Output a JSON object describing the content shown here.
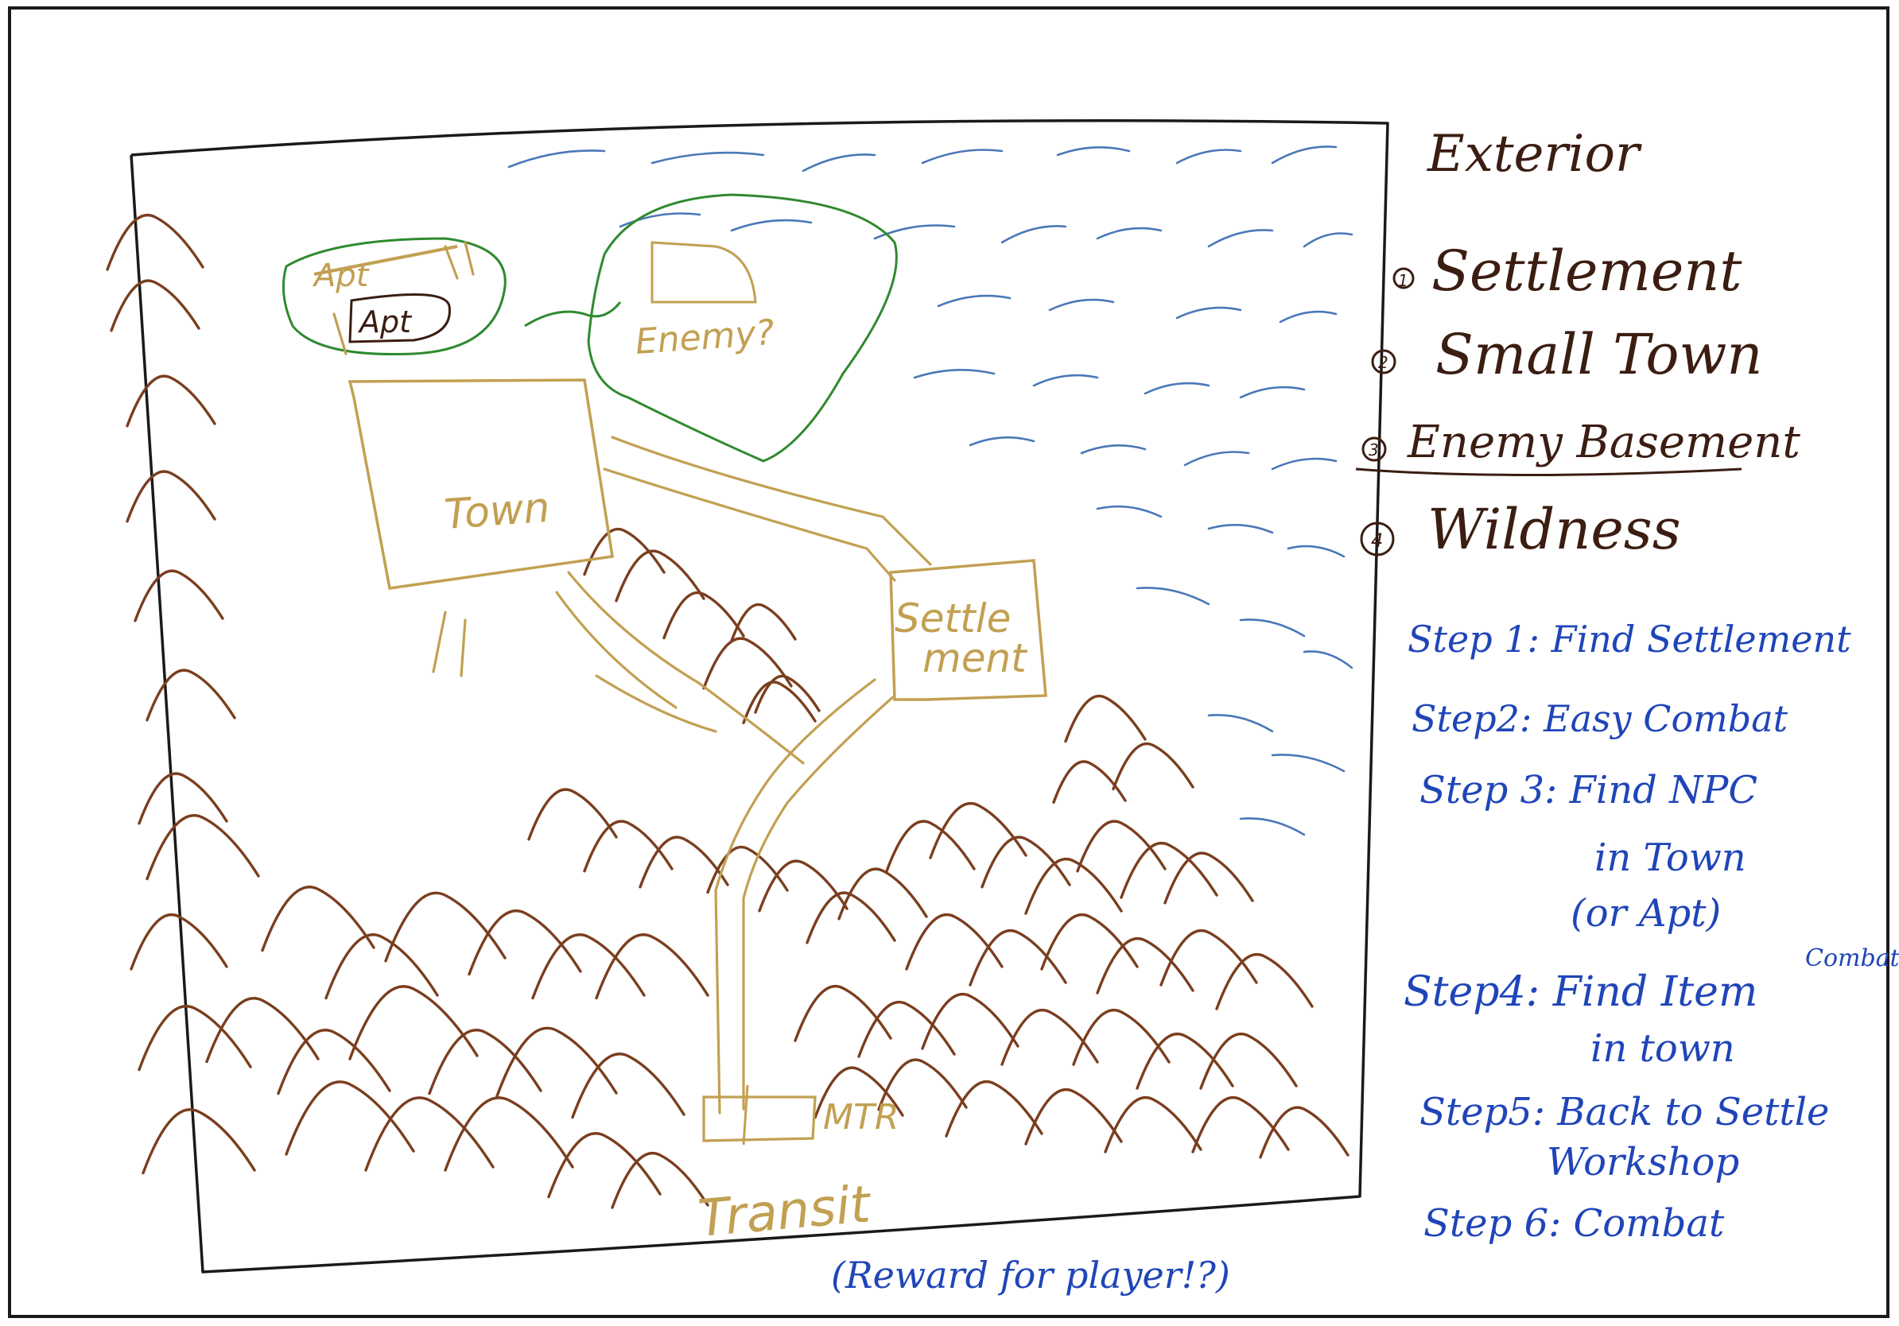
{
  "colors": {
    "frame": "#1a1a1a",
    "mountain": "#7a3e1e",
    "water": "#4a78b8",
    "road": "#c2a052",
    "green_zone": "#2f8a2f",
    "legend_text": "#3b1d12",
    "steps_text": "#1f45b8"
  },
  "map": {
    "labels": {
      "apt_crossed": "Apt",
      "apt": "Apt",
      "enemy": "Enemy?",
      "town": "Town",
      "settle_line1": "Settle",
      "settle_line2": "ment",
      "mtr": "MTR",
      "transit": "Transit"
    },
    "reward_note": "(Reward for player!?)"
  },
  "legend": {
    "title": "Exterior",
    "items": [
      {
        "marker": "1",
        "label": "Settlement"
      },
      {
        "marker": "2",
        "label": "Small Town"
      },
      {
        "marker": "3",
        "label": "Enemy Basement"
      },
      {
        "marker": "4",
        "label": "Wildness"
      }
    ]
  },
  "steps": {
    "s1": "Step 1: Find Settlement",
    "s2": "Step2: Easy Combat",
    "s3_line1": "Step 3: Find NPC",
    "s3_line2": "in Town",
    "s3_line3": "(or Apt)",
    "s4_line1": "Step4: Find Item",
    "s4_note": "Combat",
    "s4_line2": "in town",
    "s5_line1": "Step5: Back to Settle",
    "s5_line2": "Workshop",
    "s6": "Step 6: Combat"
  }
}
